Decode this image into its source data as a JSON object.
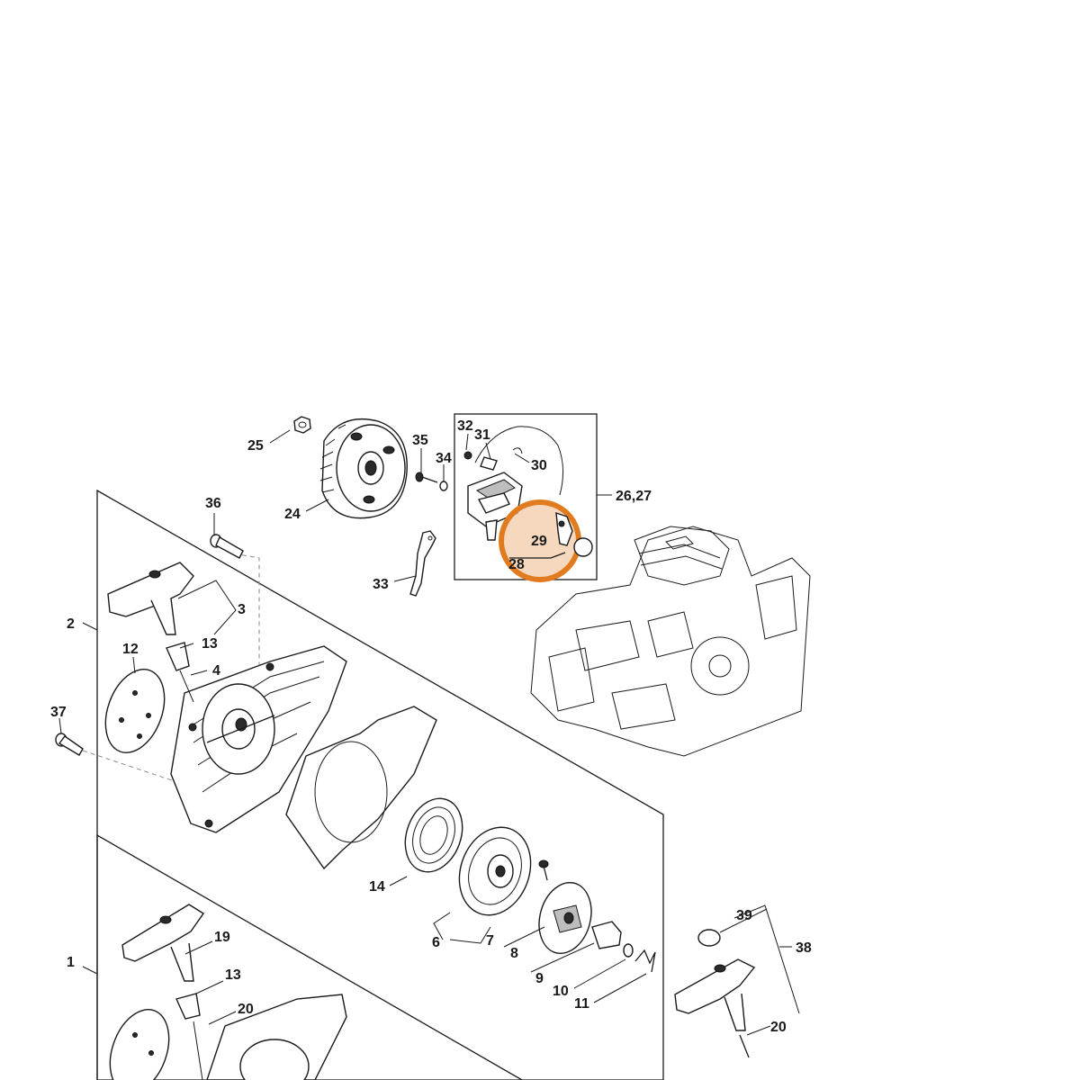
{
  "highlight_color": "#e07b1f",
  "highlighted_callout": "29",
  "callouts": {
    "c1": "1",
    "c2": "2",
    "c3": "3",
    "c4": "4",
    "c6": "6",
    "c7": "7",
    "c8": "8",
    "c9": "9",
    "c10": "10",
    "c11": "11",
    "c12": "12",
    "c13a": "13",
    "c13b": "13",
    "c14": "14",
    "c19": "19",
    "c20a": "20",
    "c20b": "20",
    "c24": "24",
    "c25": "25",
    "c2627": "26,27",
    "c28": "28",
    "c29": "29",
    "c30": "30",
    "c31": "31",
    "c32": "32",
    "c33": "33",
    "c34": "34",
    "c35": "35",
    "c36": "36",
    "c37": "37",
    "c38": "38",
    "c39": "39"
  },
  "icons": {
    "fan-wheel": "flywheel-icon",
    "ignition-module": "ignition-module-icon",
    "starter-grip": "starter-grip-icon",
    "engine": "engine-block-icon"
  }
}
